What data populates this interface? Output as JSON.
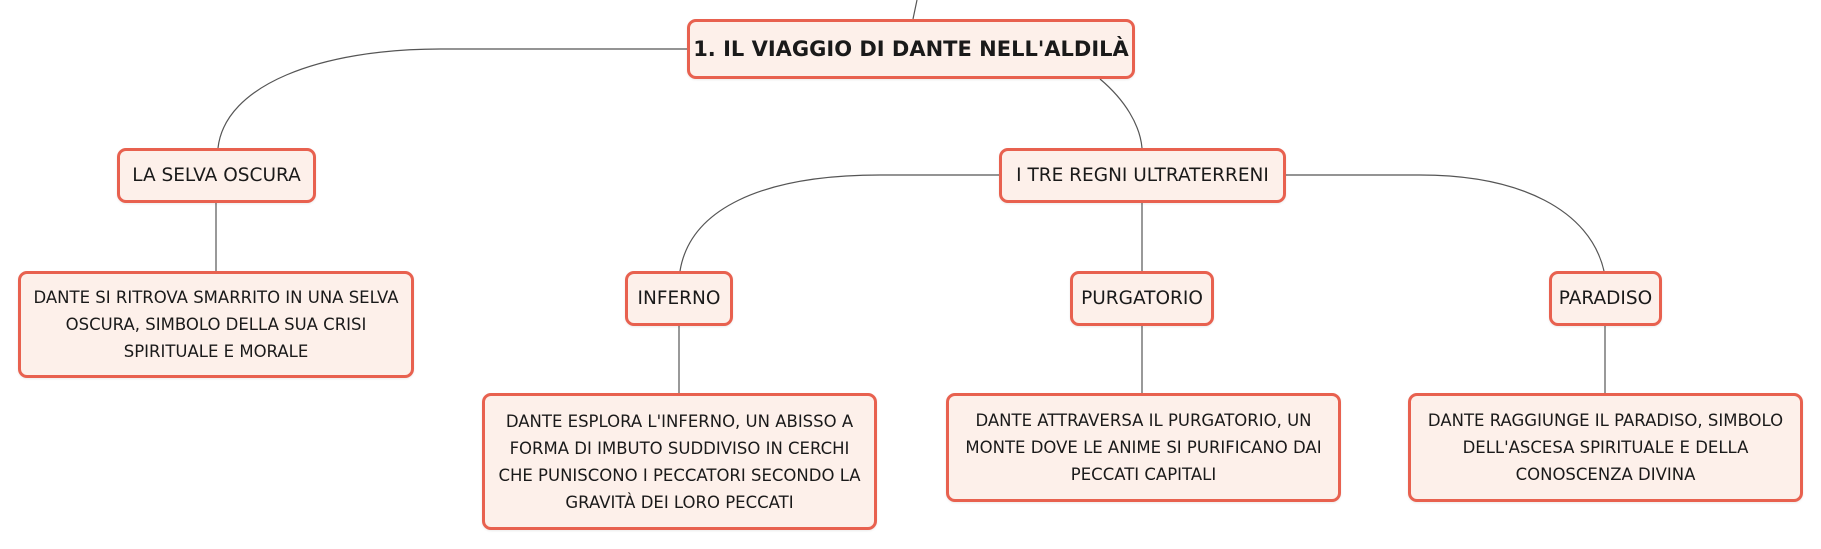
{
  "diagram": {
    "root": {
      "label": "1. IL VIAGGIO DI DANTE NELL'ALDILÀ"
    },
    "selva": {
      "label": "LA SELVA OSCURA",
      "detail": "DANTE SI RITROVA SMARRITO IN UNA SELVA OSCURA, SIMBOLO DELLA SUA CRISI SPIRITUALE E MORALE"
    },
    "regni": {
      "label": "I TRE REGNI ULTRATERRENI",
      "inferno": {
        "label": "INFERNO",
        "detail": "DANTE ESPLORA L'INFERNO, UN ABISSO A FORMA DI IMBUTO SUDDIVISO IN CERCHI CHE PUNISCONO I PECCATORI SECONDO LA GRAVITÀ DEI LORO PECCATI"
      },
      "purgatorio": {
        "label": "PURGATORIO",
        "detail": "DANTE ATTRAVERSA IL PURGATORIO, UN MONTE DOVE LE ANIME SI PURIFICANO DAI PECCATI CAPITALI"
      },
      "paradiso": {
        "label": "PARADISO",
        "detail": "DANTE RAGGIUNGE IL PARADISO, SIMBOLO DELL'ASCESA SPIRITUALE E DELLA CONOSCENZA DIVINA"
      }
    }
  },
  "colors": {
    "node_border": "#e8614f",
    "node_fill": "#fdf0ea",
    "connector": "#555555"
  }
}
